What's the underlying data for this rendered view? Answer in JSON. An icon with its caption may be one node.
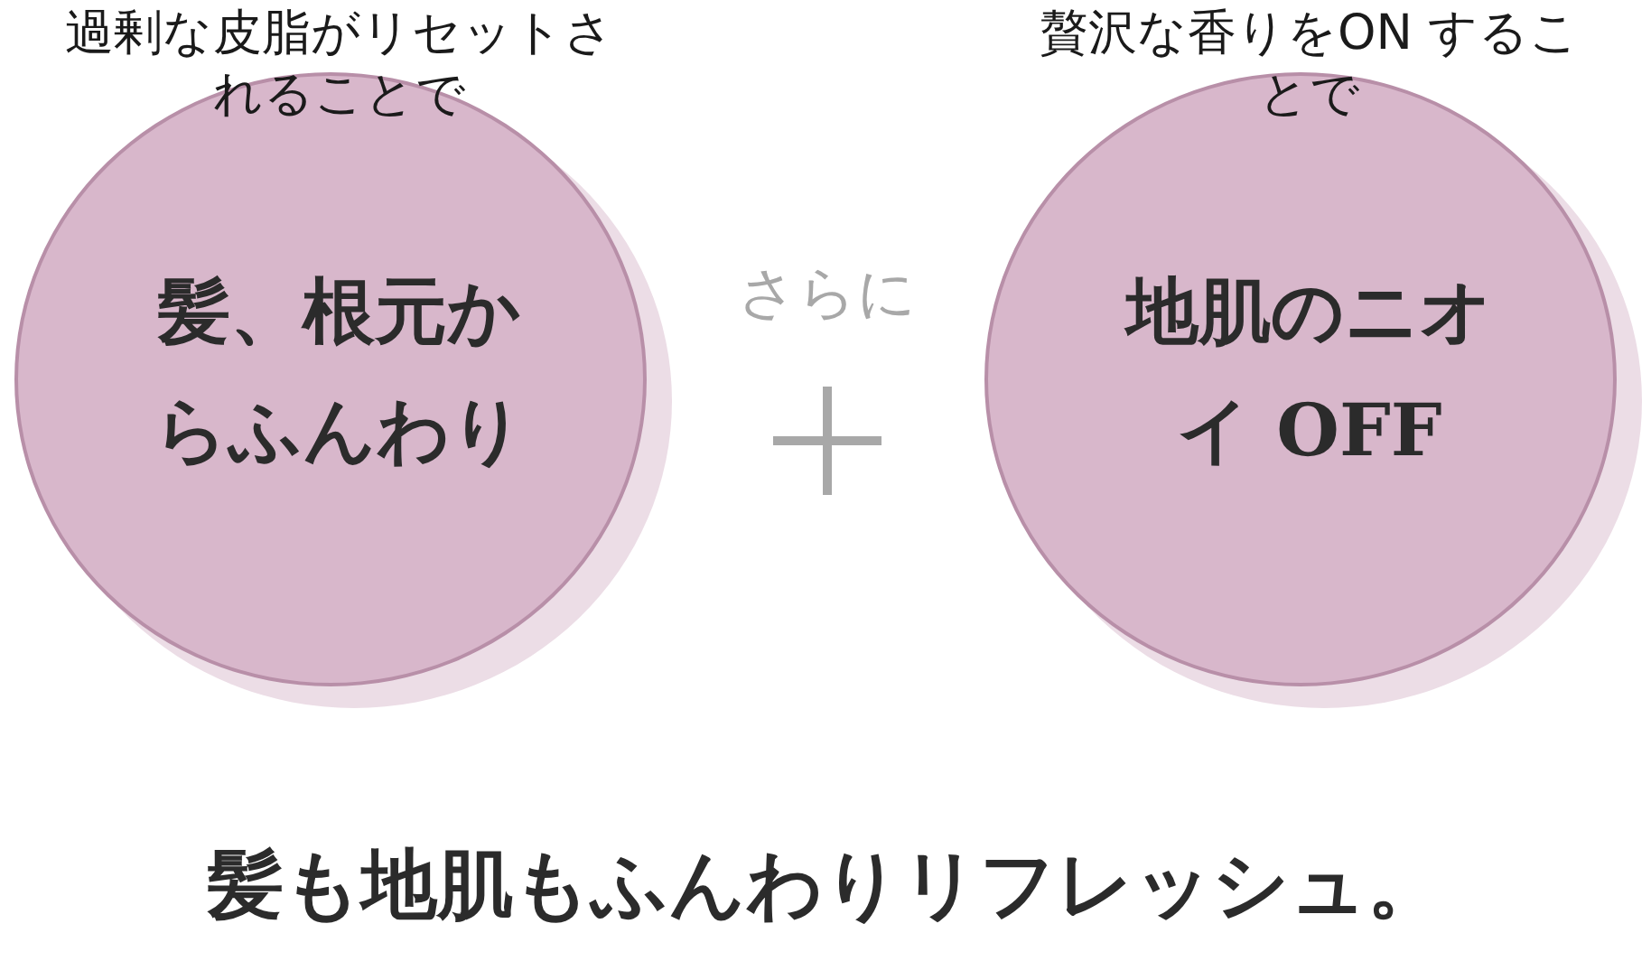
{
  "diagram": {
    "title": "髪も地肌もふんわりリフレッシュ。",
    "nodes": [
      {
        "text": [
          "過剰な皮脂がリセットされることで",
          "髪、根元からふんわり"
        ]
      },
      {
        "text": [
          "贅沢な香りをON することで",
          "地肌のニオイ OFF"
        ]
      }
    ],
    "labels": [
      "さらに"
    ]
  }
}
